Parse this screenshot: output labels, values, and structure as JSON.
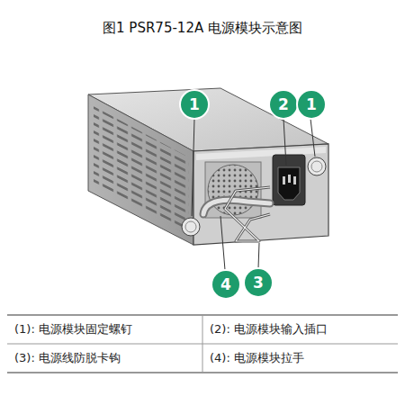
{
  "diagram": {
    "title": "图1  PSR75-12A 电源模块示意图",
    "labels": [
      "1",
      "2",
      "1",
      "4",
      "3",
      "(1): 电源模块固定螺钉",
      "(2): 电源模块输入插口",
      "(3): 电源线防脱卡钩",
      "(4): 电源模块拉手"
    ]
  }
}
